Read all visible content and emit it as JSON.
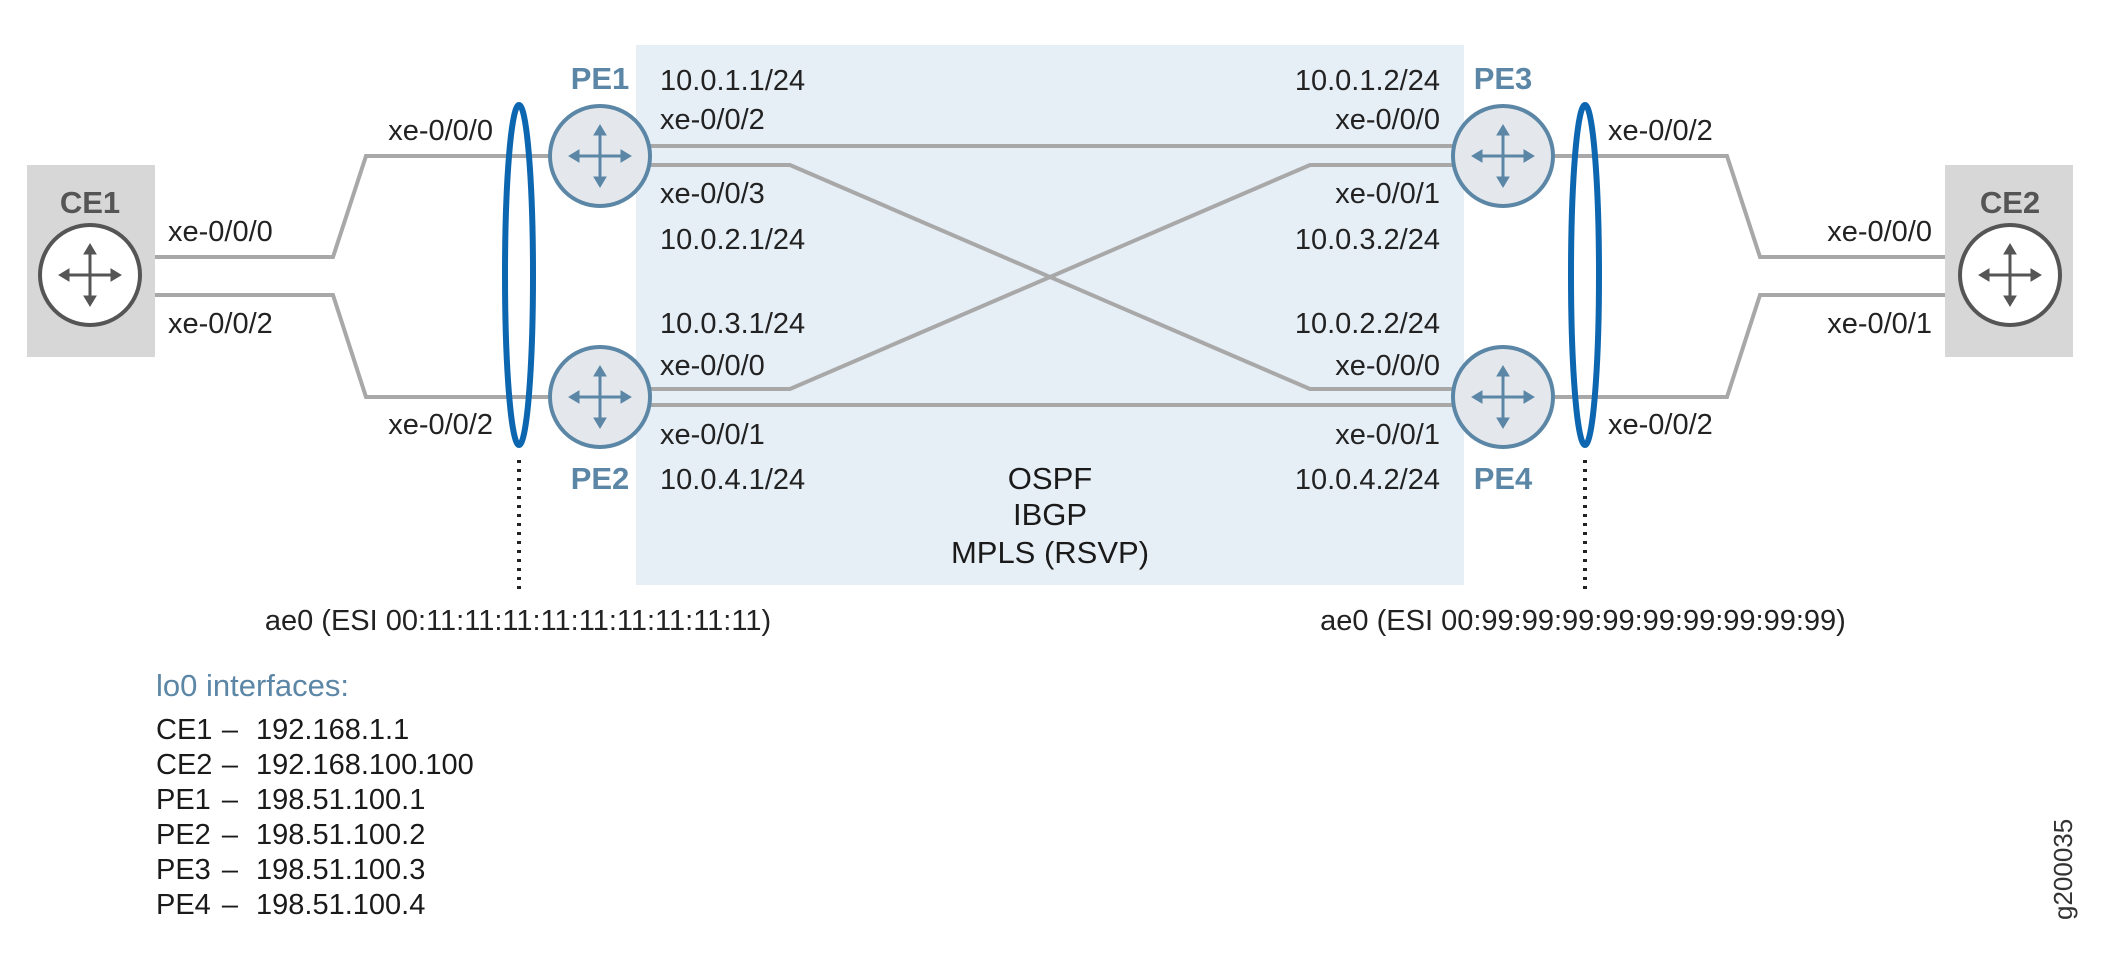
{
  "colors": {
    "core_area": "#e6eef6",
    "ce_box": "#d7d7d7",
    "pe_router_fill": "#e4e8ec",
    "pe_router_stroke": "#5b86a6",
    "ce_router_stroke": "#555555",
    "link": "#a8a8a8",
    "lag": "#0d66b0",
    "pe_label": "#5b86a6"
  },
  "icons": {
    "router": "router-icon"
  },
  "nodes": {
    "ce1": {
      "name": "CE1",
      "if_top": "xe-0/0/0",
      "if_bottom": "xe-0/0/2"
    },
    "ce2": {
      "name": "CE2",
      "if_top": "xe-0/0/0",
      "if_bottom": "xe-0/0/1"
    },
    "pe1": {
      "name": "PE1",
      "if_ce": "xe-0/0/0",
      "ip_a": "10.0.1.1/24",
      "if_a": "xe-0/0/2",
      "if_b": "xe-0/0/3",
      "ip_b": "10.0.2.1/24"
    },
    "pe2": {
      "name": "PE2",
      "if_ce": "xe-0/0/2",
      "ip_a": "10.0.3.1/24",
      "if_a": "xe-0/0/0",
      "if_b": "xe-0/0/1",
      "ip_b": "10.0.4.1/24"
    },
    "pe3": {
      "name": "PE3",
      "if_ce": "xe-0/0/2",
      "ip_a": "10.0.1.2/24",
      "if_a": "xe-0/0/0",
      "if_b": "xe-0/0/1",
      "ip_b": "10.0.3.2/24"
    },
    "pe4": {
      "name": "PE4",
      "if_ce": "xe-0/0/2",
      "ip_a": "10.0.2.2/24",
      "if_a": "xe-0/0/0",
      "if_b": "xe-0/0/1",
      "ip_b": "10.0.4.2/24"
    }
  },
  "core": {
    "protocols": [
      "OSPF",
      "IBGP",
      "MPLS (RSVP)"
    ]
  },
  "esi": {
    "left": "ae0 (ESI 00:11:11:11:11:11:11:11:11:11)",
    "right": "ae0 (ESI 00:99:99:99:99:99:99:99:99:99)"
  },
  "loopbacks": {
    "title": "lo0 interfaces:",
    "entries": [
      {
        "node": "CE1",
        "sep": "–",
        "addr": "192.168.1.1"
      },
      {
        "node": "CE2",
        "sep": "–",
        "addr": "192.168.100.100"
      },
      {
        "node": "PE1",
        "sep": "–",
        "addr": "198.51.100.1"
      },
      {
        "node": "PE2",
        "sep": "–",
        "addr": "198.51.100.2"
      },
      {
        "node": "PE3",
        "sep": "–",
        "addr": "198.51.100.3"
      },
      {
        "node": "PE4",
        "sep": "–",
        "addr": "198.51.100.4"
      }
    ]
  },
  "figure_id": "g200035"
}
